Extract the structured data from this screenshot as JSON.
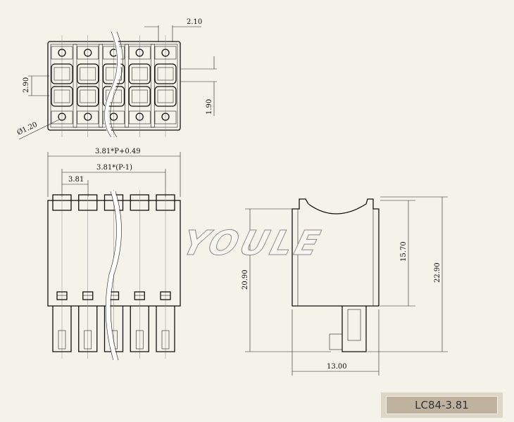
{
  "watermark": "YOULE",
  "model_label": "LC84-3.81",
  "dimensions": {
    "top_pitch_offset": "2.10",
    "row_spacing": "2.90",
    "side_offset": "1.90",
    "hole_diameter": "Ø1.20",
    "overall_width": "3.81*P+0.49",
    "pin_span": "3.81*(P-1)",
    "pitch": "3.81",
    "front_height": "20.90",
    "side_body_height": "15.70",
    "side_total_height": "22.90",
    "side_depth": "13.00"
  },
  "pole_count_drawn": 5
}
